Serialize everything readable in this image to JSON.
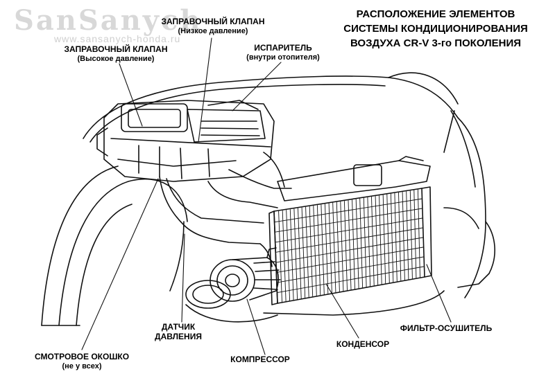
{
  "watermark": {
    "logo": "SanSanych",
    "url": "www.sansanych-honda.ru"
  },
  "title": {
    "line1": "РАСПОЛОЖЕНИЕ ЭЛЕМЕНТОВ",
    "line2": "СИСТЕМЫ КОНДИЦИОНИРОВАНИЯ",
    "line3": "ВОЗДУХА CR-V 3-го ПОКОЛЕНИЯ"
  },
  "labels": {
    "valve_low": {
      "name": "ЗАПРАВОЧНЫЙ КЛАПАН",
      "note": "(Низкое давление)"
    },
    "valve_high": {
      "name": "ЗАПРАВОЧНЫЙ КЛАПАН",
      "note": "(Высокое давление)"
    },
    "evaporator": {
      "name": "ИСПАРИТЕЛЬ",
      "note": "(внутри отопителя)"
    },
    "pressure_sensor": {
      "line1": "ДАТЧИК",
      "line2": "ДАВЛЕНИЯ"
    },
    "sight_glass": {
      "name": "СМОТРОВОЕ ОКОШКО",
      "note": "(не у всех)"
    },
    "compressor": {
      "name": "КОМПРЕССОР"
    },
    "condenser": {
      "name": "КОНДЕНСОР"
    },
    "receiver_dryer": {
      "name": "ФИЛЬТР-ОСУШИТЕЛЬ"
    }
  }
}
